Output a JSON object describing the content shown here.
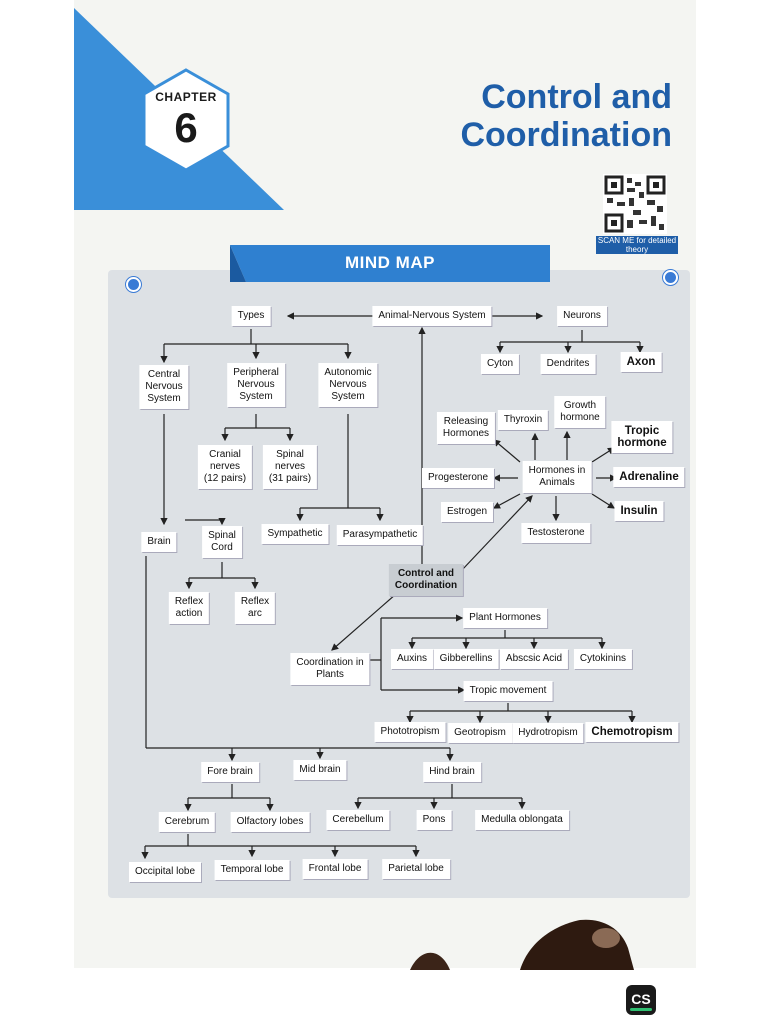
{
  "chapter": {
    "label": "CHAPTER",
    "number": "6"
  },
  "title": {
    "line1": "Control and",
    "line2": "Coordination"
  },
  "qr": {
    "caption": "SCAN ME for detailed theory"
  },
  "mind_map": {
    "title": "MIND MAP"
  },
  "nodes": {
    "animal_nervous_system": "Animal-Nervous System",
    "types": "Types",
    "neurons": "Neurons",
    "cyton": "Cyton",
    "dendrites": "Dendrites",
    "axon": "Axon",
    "central_nervous_system": "Central\nNervous\nSystem",
    "peripheral_nervous_system": "Peripheral\nNervous\nSystem",
    "autonomic_nervous_system": "Autonomic\nNervous\nSystem",
    "cranial_nerves": "Cranial\nnerves\n(12 pairs)",
    "spinal_nerves": "Spinal\nnerves\n(31 pairs)",
    "brain": "Brain",
    "spinal_cord": "Spinal\nCord",
    "sympathetic": "Sympathetic",
    "parasympathetic": "Parasympathetic",
    "reflex_action": "Reflex\naction",
    "reflex_arc": "Reflex\narc",
    "releasing_hormones": "Releasing\nHormones",
    "thyroxin": "Thyroxin",
    "growth_hormone": "Growth\nhormone",
    "tropic_hormone": "Tropic\nhormone",
    "hormones_in_animals": "Hormones in\nAnimals",
    "progesterone": "Progesterone",
    "adrenaline": "Adrenaline",
    "estrogen": "Estrogen",
    "insulin": "Insulin",
    "testosterone": "Testosterone",
    "control_and_coordination": "Control and\nCoordination",
    "plant_hormones": "Plant Hormones",
    "auxins": "Auxins",
    "gibberellins": "Gibberellins",
    "abscisic_acid": "Abscsic Acid",
    "cytokinins": "Cytokinins",
    "coordination_in_plants": "Coordination in\nPlants",
    "tropic_movement": "Tropic movement",
    "phototropism": "Phototropism",
    "geotropism": "Geotropism",
    "hydrotropism": "Hydrotropism",
    "chemotropism": "Chemotropism",
    "fore_brain": "Fore brain",
    "mid_brain": "Mid brain",
    "hind_brain": "Hind brain",
    "cerebrum": "Cerebrum",
    "olfactory_lobes": "Olfactory lobes",
    "cerebellum": "Cerebellum",
    "pons": "Pons",
    "medulla_oblongata": "Medulla oblongata",
    "occipital_lobe": "Occipital lobe",
    "temporal_lobe": "Temporal lobe",
    "frontal_lobe": "Frontal lobe",
    "parietal_lobe": "Parietal lobe"
  },
  "watermark": {
    "logo": "CS"
  },
  "colors": {
    "accent_blue": "#3a8fd9",
    "title_blue": "#1f5ea8",
    "banner_blue": "#2f80d0"
  }
}
